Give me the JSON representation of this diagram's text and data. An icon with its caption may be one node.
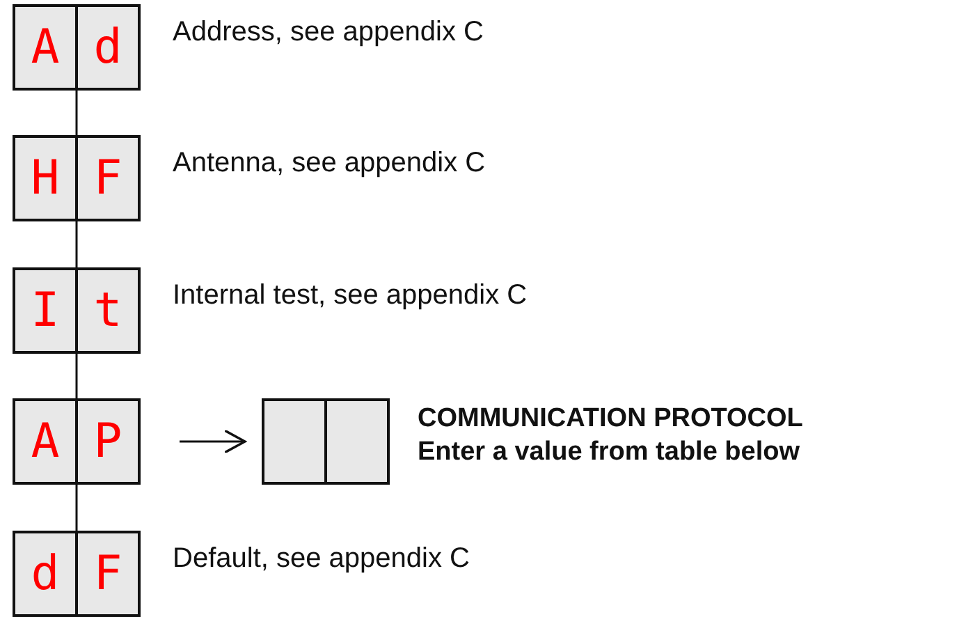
{
  "diagram": {
    "nodes": [
      {
        "text": [
          "A",
          "d"
        ],
        "beside": [
          "Address, see appendix C"
        ]
      },
      {
        "text": [
          "H",
          "F"
        ],
        "beside": [
          "Antenna, see appendix C"
        ]
      },
      {
        "text": [
          "I",
          "t"
        ],
        "beside": [
          "Internal test, see appendix C"
        ]
      },
      {
        "text": [
          "A",
          "P"
        ]
      },
      {
        "text": [
          "d",
          "F"
        ],
        "beside": [
          "Default, see appendix C"
        ]
      },
      {
        "text": [],
        "shape": "box",
        "beside": [
          "COMMUNICATION PROTOCOL",
          "Enter a value from table below"
        ]
      }
    ],
    "edges": [
      {
        "from": 0,
        "to": 1,
        "arrow": "none"
      },
      {
        "from": 1,
        "to": 2,
        "arrow": "none"
      },
      {
        "from": 2,
        "to": 3,
        "arrow": "none"
      },
      {
        "from": 3,
        "to": 4,
        "arrow": "none"
      },
      {
        "from": 3,
        "to": 5,
        "arrow": "to"
      }
    ]
  }
}
